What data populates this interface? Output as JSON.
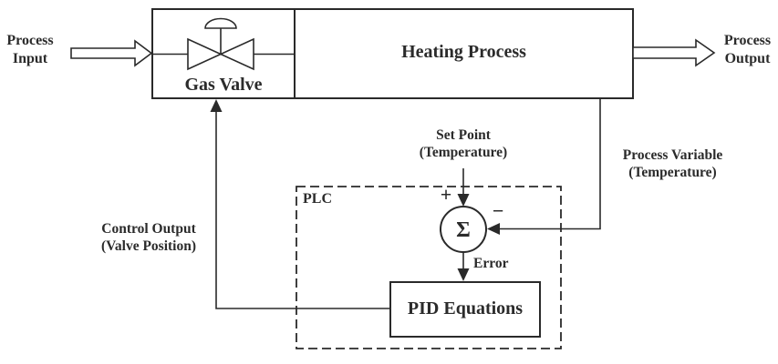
{
  "diagram": {
    "background": "#ffffff",
    "ink": "#2a2a2a",
    "blocks": {
      "gas_valve": "Gas Valve",
      "heating_process": "Heating Process",
      "pid_equations": "PID Equations",
      "plc": "PLC"
    },
    "summing_junction": {
      "symbol": "Σ",
      "plus": "+",
      "minus": "−"
    },
    "labels": {
      "process_input": {
        "line1": "Process",
        "line2": "Input"
      },
      "process_output": {
        "line1": "Process",
        "line2": "Output"
      },
      "set_point": {
        "line1": "Set Point",
        "line2": "(Temperature)"
      },
      "process_variable": {
        "line1": "Process Variable",
        "line2": "(Temperature)"
      },
      "control_output": {
        "line1": "Control Output",
        "line2": "(Valve Position)"
      },
      "error": "Error"
    },
    "icons": {
      "valve": "control-valve-icon",
      "input_arrow": "block-arrow-right-icon",
      "output_arrow": "block-arrow-right-icon",
      "summing_junction": "sum-circle-icon"
    }
  }
}
